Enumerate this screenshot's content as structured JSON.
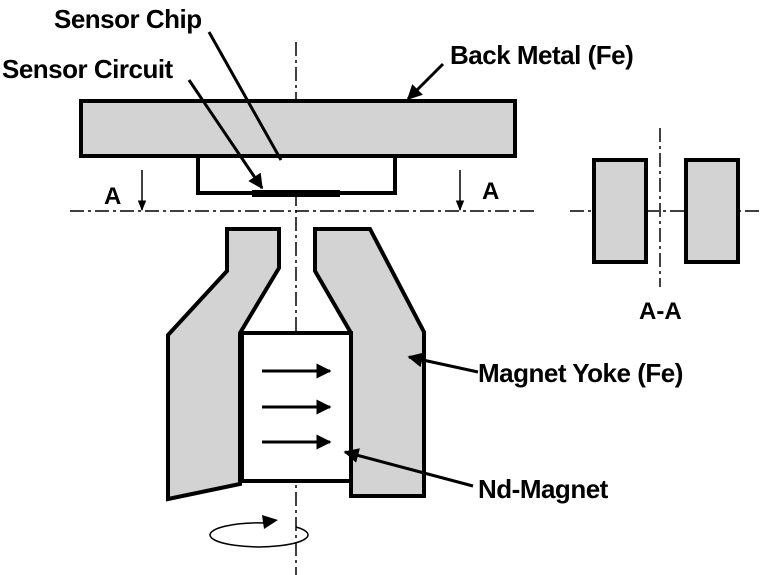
{
  "colors": {
    "fill_gray": "#d3d3d3",
    "stroke": "#000000",
    "background": "#ffffff"
  },
  "labels": {
    "sensor_chip": "Sensor Chip",
    "sensor_circuit": "Sensor Circuit",
    "back_metal": "Back Metal (Fe)",
    "magnet_yoke": "Magnet Yoke (Fe)",
    "nd_magnet": "Nd-Magnet",
    "section_left": "A",
    "section_right": "A",
    "section_view": "A-A"
  },
  "icons": {
    "field_arrows": "right-arrow",
    "rotation": "circular-arrow"
  }
}
